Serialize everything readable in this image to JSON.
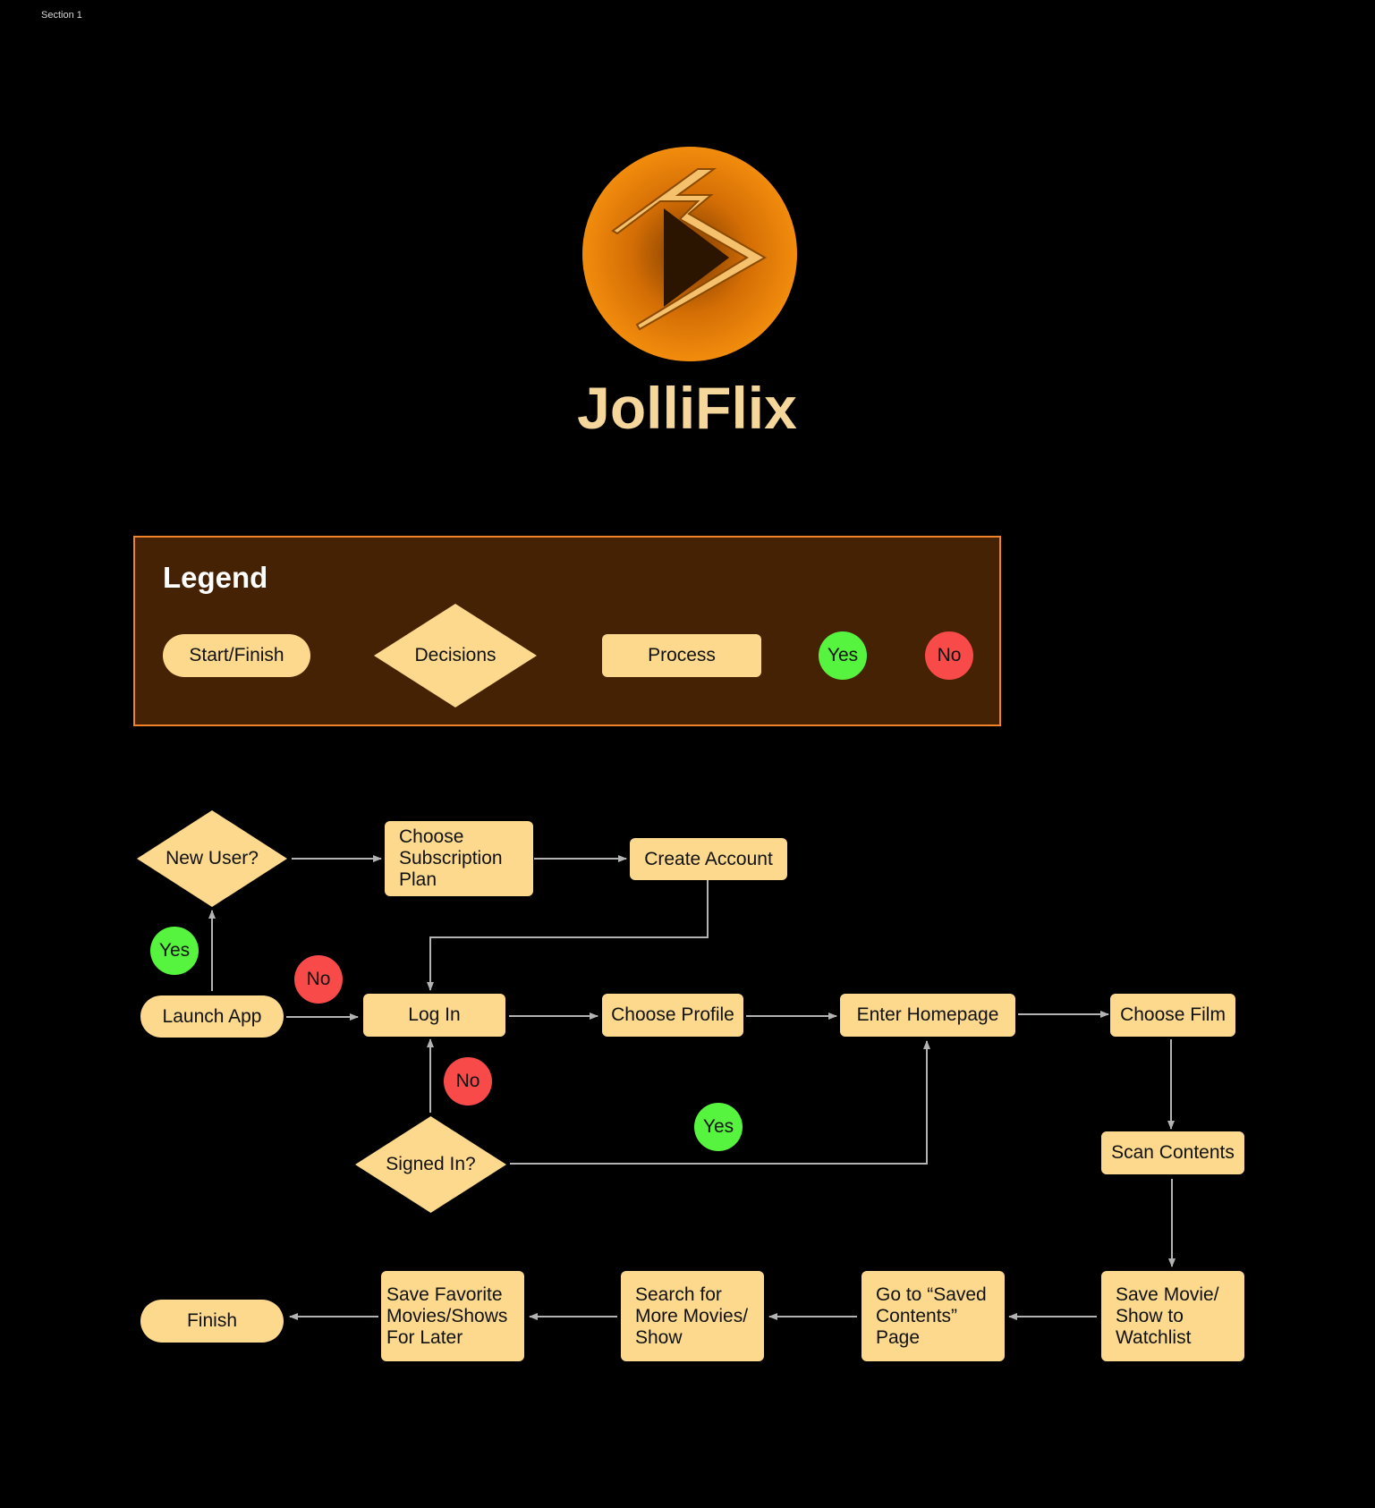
{
  "section_label": "Section 1",
  "app_title": "JolliFlix",
  "colors": {
    "background": "#000000",
    "shape_fill": "#fcd98d",
    "title": "#f6d79b",
    "legend_bg": "#452203",
    "legend_border": "#f0822a",
    "yes": "#57f43f",
    "no": "#f94a4a",
    "connector": "#b3b3b3",
    "logo_orange": "#f08a0c"
  },
  "logo": {
    "icon": "jolliflix-play-logo-icon"
  },
  "legend": {
    "title": "Legend",
    "start_finish": "Start/Finish",
    "decisions": "Decisions",
    "process": "Process",
    "yes": "Yes",
    "no": "No"
  },
  "flow": {
    "new_user": "New User?",
    "choose_subscription": "Choose\nSubscription\nPlan",
    "create_account": "Create Account",
    "launch_app": "Launch App",
    "log_in": "Log In",
    "choose_profile": "Choose Profile",
    "enter_homepage": "Enter Homepage",
    "choose_film": "Choose Film",
    "signed_in": "Signed In?",
    "scan_contents": "Scan Contents",
    "save_watchlist": "Save Movie/\nShow to\nWatchlist",
    "go_saved": "Go to “Saved\nContents”\nPage",
    "search_more": "Search for\nMore Movies/\nShow",
    "save_favorite": "Save Favorite\nMovies/Shows\nFor Later",
    "finish": "Finish",
    "yes_label": "Yes",
    "no_label": "No"
  }
}
